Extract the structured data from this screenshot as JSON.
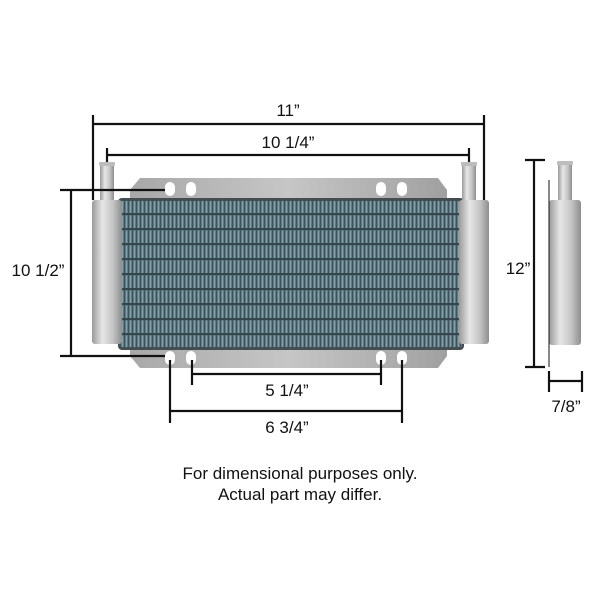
{
  "diagram": {
    "subject": "Transmission oil cooler dimensional drawing",
    "dimensions": {
      "overall_width": "11”",
      "fitting_center_width": "10 1/4”",
      "height": "10 1/2”",
      "inner_mount_spacing": "5 1/4”",
      "outer_mount_spacing": "6 3/4”",
      "side_height": "12”",
      "depth": "7/8”"
    },
    "note": {
      "line1": "For dimensional purposes only.",
      "line2": "Actual part may differ."
    },
    "colors": {
      "core": "#5f7a82",
      "core_dark": "#3e5259",
      "bracket": "#b4b4b4",
      "tank": "#c8c8c8",
      "dimension_line": "#111111"
    }
  }
}
